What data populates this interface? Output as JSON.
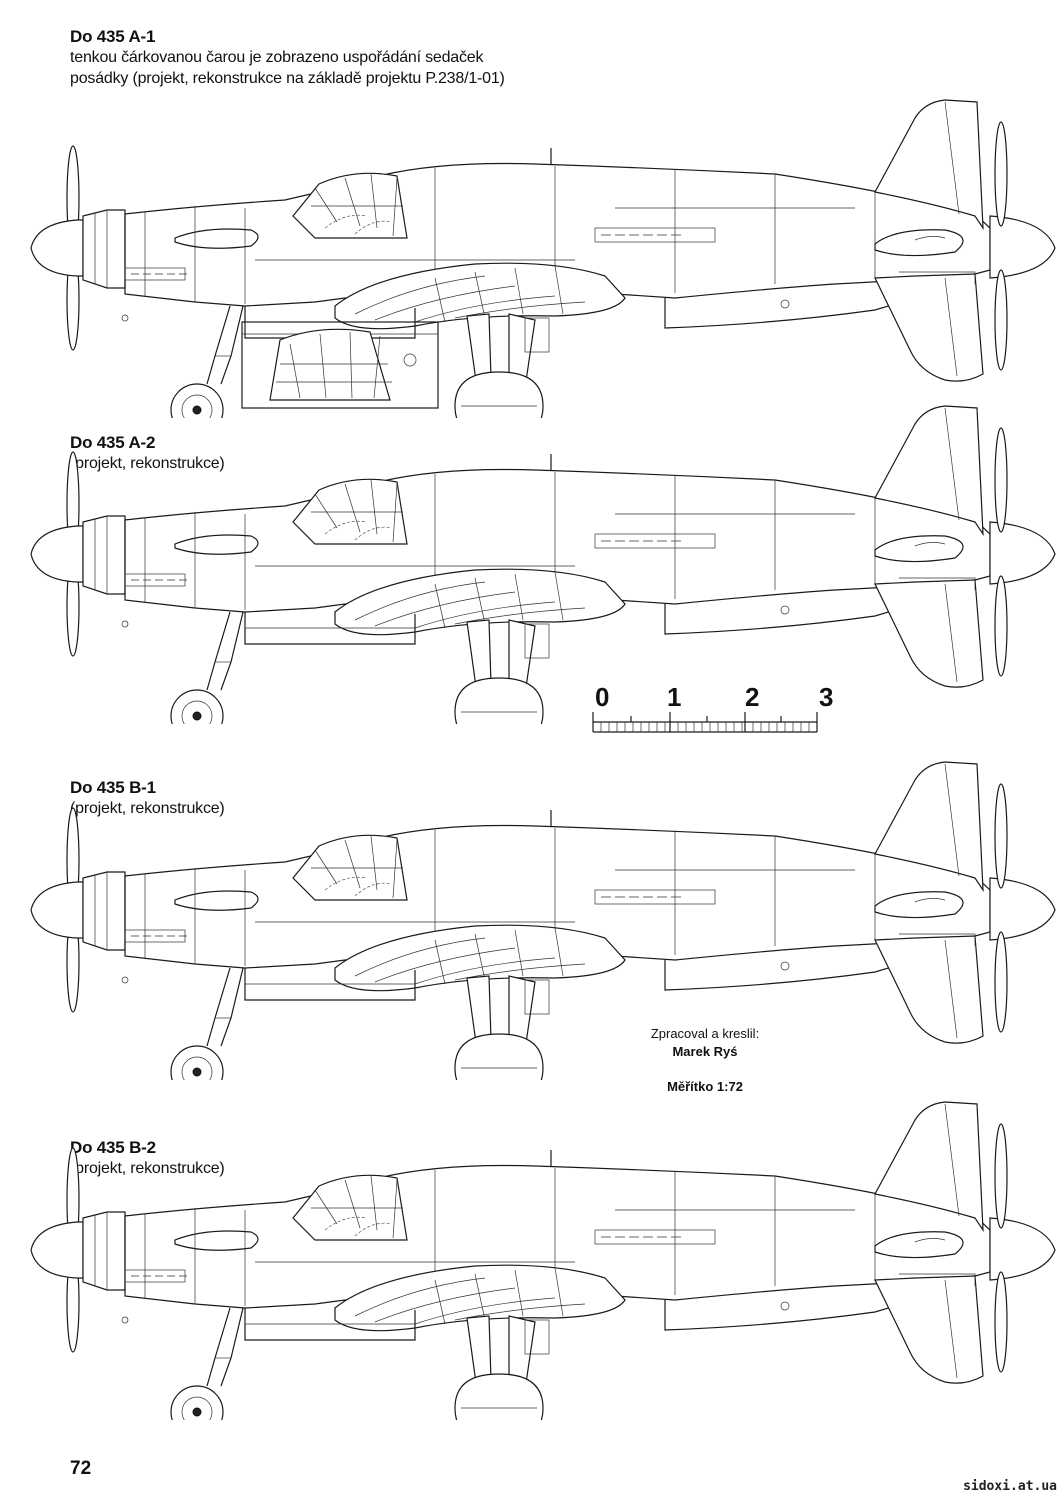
{
  "variants": [
    {
      "title": "Do 435 A-1",
      "lines": [
        "tenkou čárkovanou čarou je zobrazeno uspořádání sedaček",
        "posádky (projekt, rekonstrukce na základě projektu P.238/1-01)"
      ]
    },
    {
      "title": "Do 435 A-2",
      "lines": [
        "(projekt, rekonstrukce)"
      ]
    },
    {
      "title": "Do 435 B-1",
      "lines": [
        "(projekt, rekonstrukce)"
      ]
    },
    {
      "title": "Do 435 B-2",
      "lines": [
        "(projekt, rekonstrukce)"
      ]
    }
  ],
  "scale_bar": {
    "labels": [
      "0",
      "1",
      "2",
      "3"
    ]
  },
  "credit": {
    "line1": "Zpracoval a kreslil:",
    "author": "Marek Ryś"
  },
  "scale_ratio": "Měřítko 1:72",
  "page_number": "72",
  "watermark": "sidoxi.at.ua"
}
